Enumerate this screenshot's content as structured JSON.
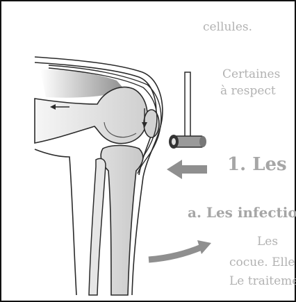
{
  "photo": {
    "background_text": {
      "line1": "cellules.",
      "line2": "Certaines",
      "line3": "à respect",
      "section_heading": "1. Les",
      "subheading": "a. Les infectio",
      "para1": "Les",
      "para2": "cocue. Elle",
      "para3": "Le traitement"
    }
  },
  "colors": {
    "page": "#ffffff",
    "printed_text": "#b2b2b2",
    "bone_fill": "#d9d9d9",
    "bone_outline": "#2a2a2a",
    "muscle_shade": "#9a9a9a",
    "arrow_gray": "#8f8f8f",
    "reflex_hammer": "#444444"
  },
  "icons": {
    "hammer": "reflex-hammer-icon",
    "tap_arrow": "arrow-left-icon",
    "kick_arrow": "curved-arrow-right-icon",
    "tendon_arrow": "small-arrow-left-icon",
    "patella_arrow": "small-arrow-down-icon"
  }
}
